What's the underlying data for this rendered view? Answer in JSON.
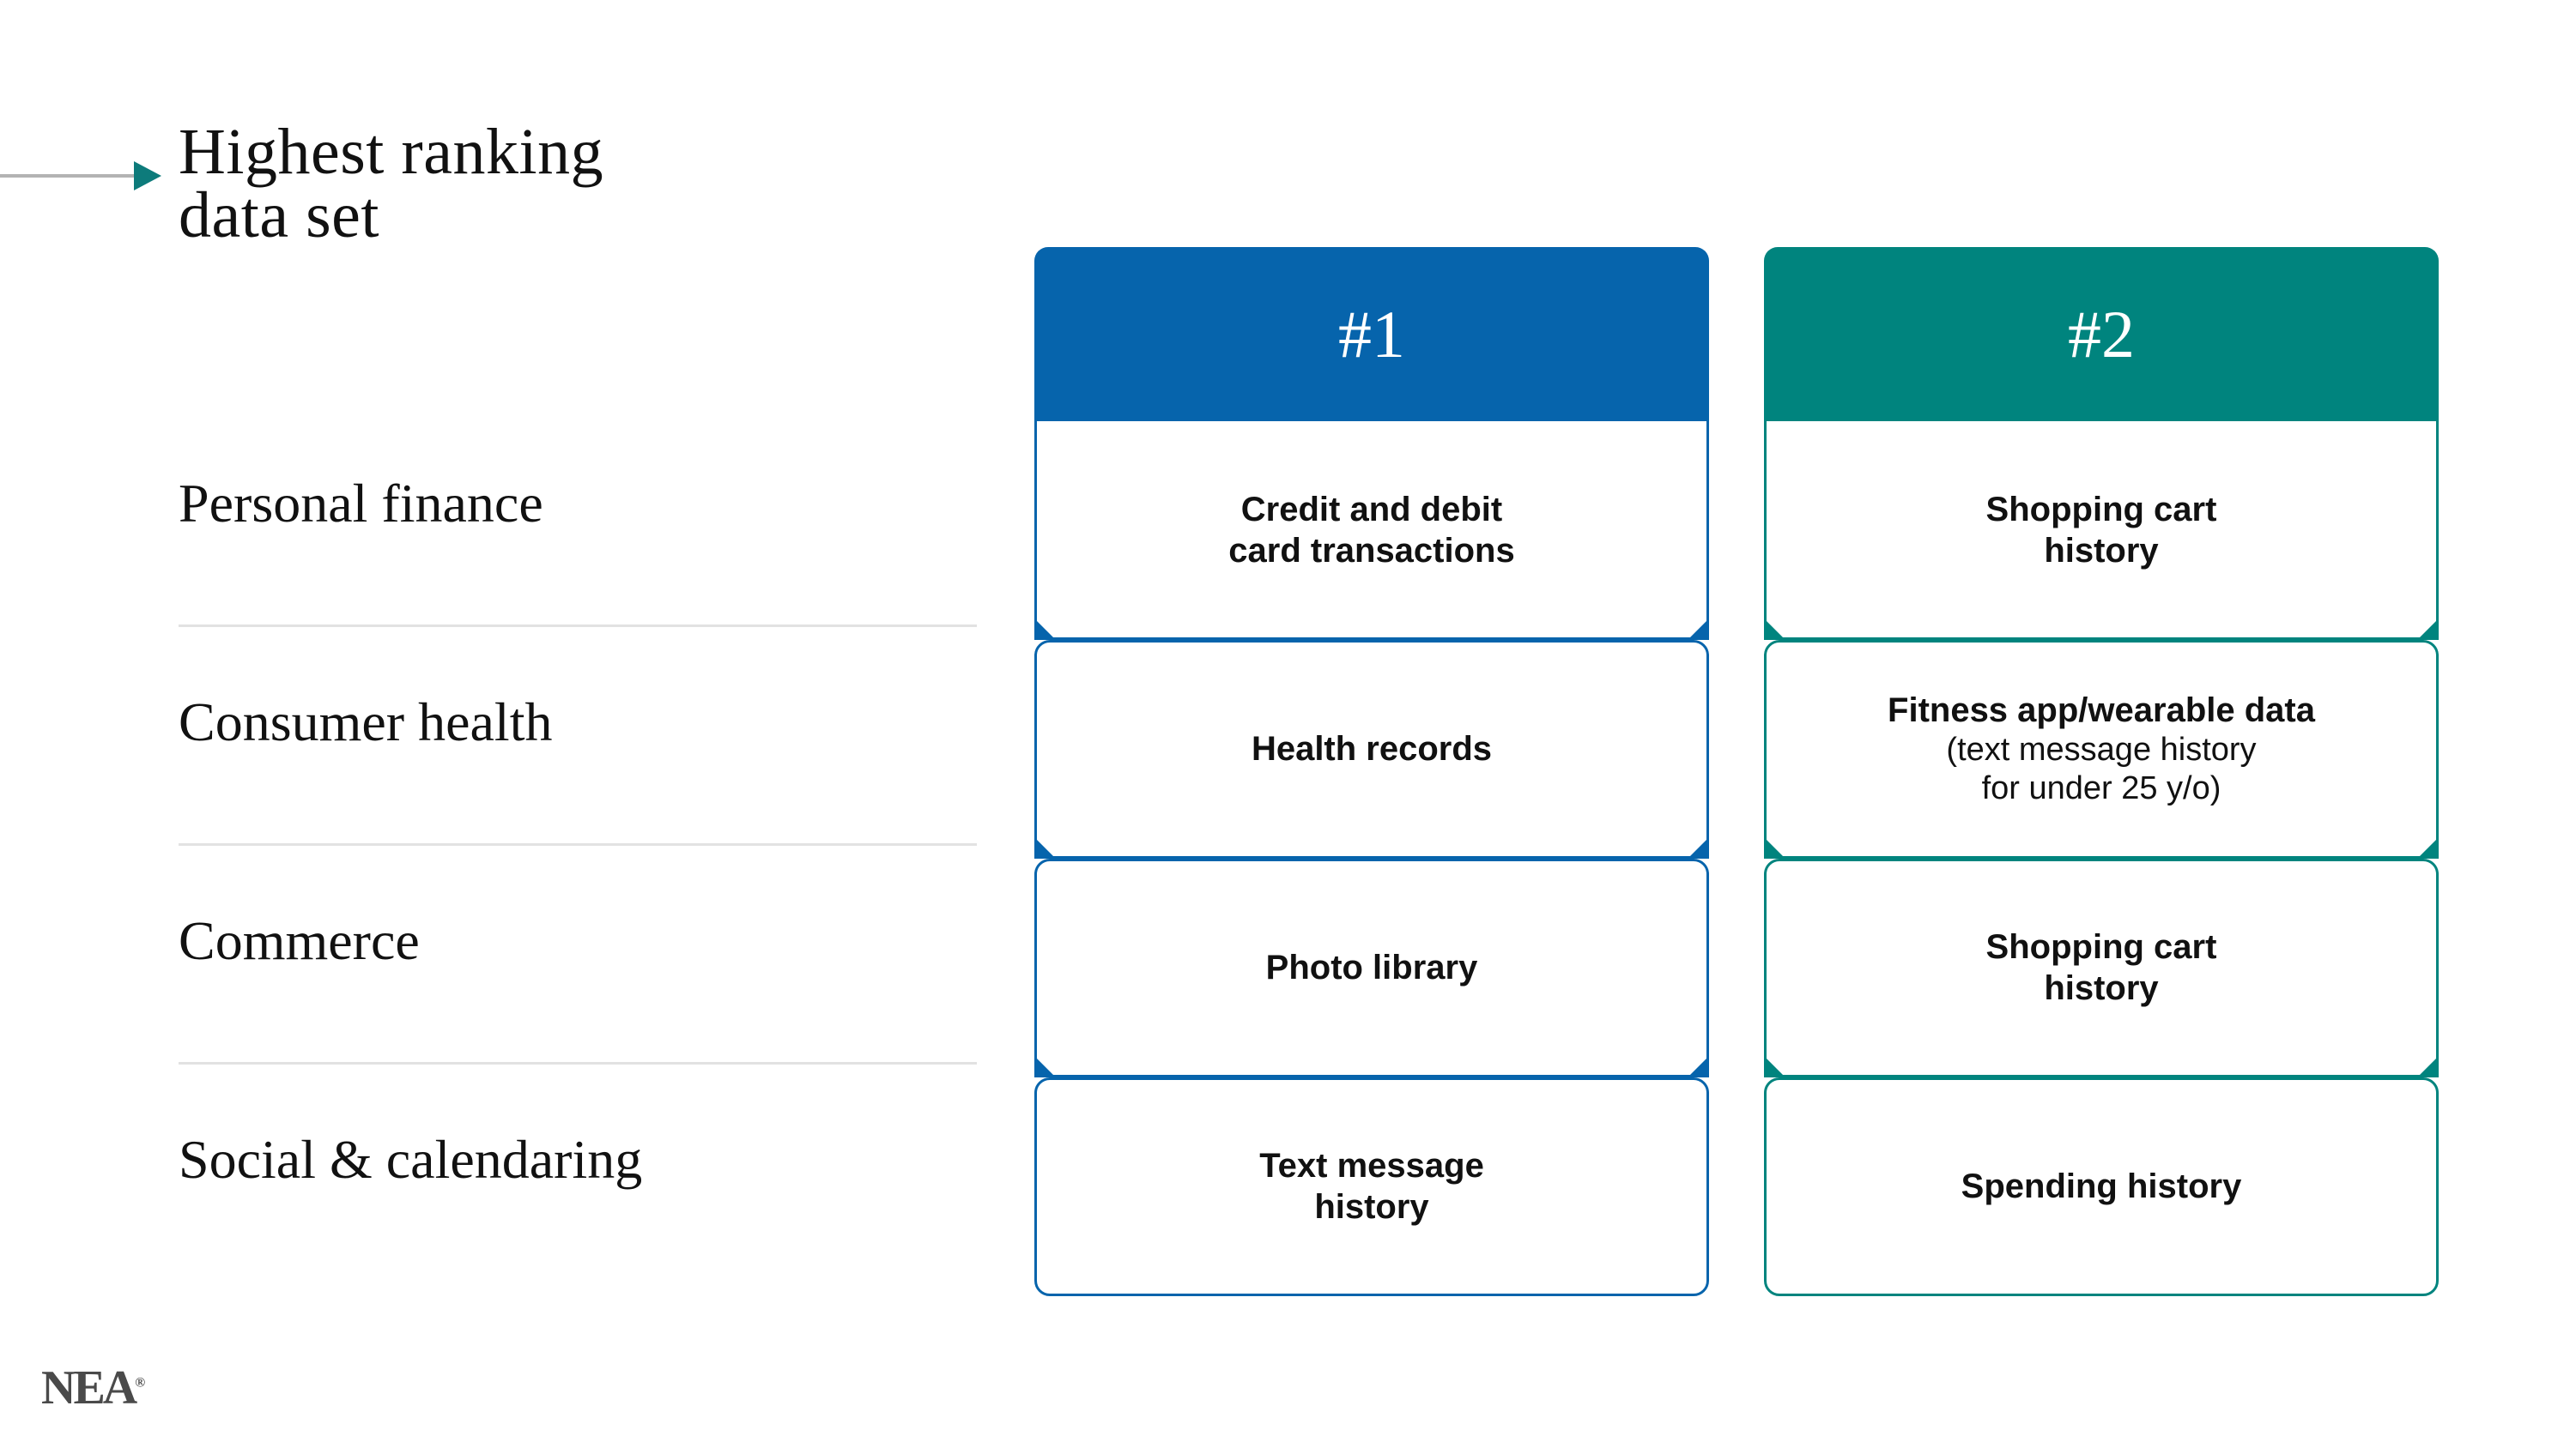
{
  "slide": {
    "title": "Highest ranking\ndata set",
    "brand_logo": "NEA",
    "brand_mark": "®"
  },
  "colors": {
    "rank1": "#0664AC",
    "rank2": "#00847E",
    "arrow": "#0d7b7b",
    "divider": "#e2e2e2",
    "text": "#111111",
    "logo": "#4a4a4a"
  },
  "categories": [
    {
      "label": "Personal finance"
    },
    {
      "label": "Consumer health"
    },
    {
      "label": "Commerce"
    },
    {
      "label": "Social & calendaring"
    }
  ],
  "columns": [
    {
      "header": "#1",
      "accent": "#0664AC",
      "cells": [
        {
          "title": "Credit and debit\ncard transactions",
          "sub": ""
        },
        {
          "title": "Health records",
          "sub": ""
        },
        {
          "title": "Photo library",
          "sub": ""
        },
        {
          "title": "Text message\nhistory",
          "sub": ""
        }
      ]
    },
    {
      "header": "#2",
      "accent": "#00847E",
      "cells": [
        {
          "title": "Shopping cart\nhistory",
          "sub": ""
        },
        {
          "title": "Fitness app/wearable data",
          "sub": "(text message history\nfor under 25 y/o)"
        },
        {
          "title": "Shopping cart\nhistory",
          "sub": ""
        },
        {
          "title": "Spending history",
          "sub": ""
        }
      ]
    }
  ]
}
